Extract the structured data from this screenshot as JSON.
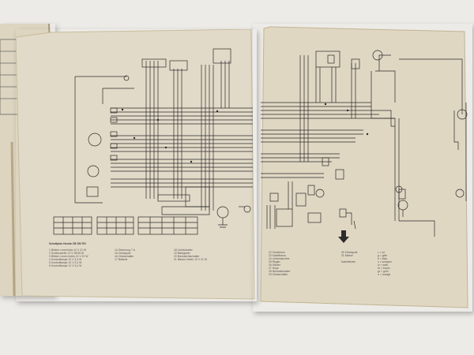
{
  "photo": {
    "left_sheet": {
      "title": "Schaltplan Honda CB 250 RS",
      "legend": [
        "1 Blinker vorne links 12 V 21 W",
        "2 Scheinwerfer 12 V 35/35 W",
        "3 Blinker vorne rechts 12 V 21 W",
        "4 Kontrolllampe 12 V 3,4 W",
        "5 Kontrolllampe 12 V 3,4 W",
        "6 Kontrolllampe 12 V 3,4 W",
        "14 Sicherung 7 A",
        "15 Zündspule",
        "16 Zündschalter",
        "17 Batterie",
        "18 Lichtschalter",
        "19 Blinkgeber",
        "20 Bremslichtschalter",
        "21 Blinker hinten 12 V 21 W"
      ]
    },
    "right_sheet": {
      "legend_left": [
        "22 Zündkerze",
        "23 Kabelbaum",
        "24 Lichtmaschine",
        "25 Regler",
        "26 Starter",
        "27 Hupe",
        "28 Neutralschalter",
        "29 Zündschalter"
      ],
      "legend_mid": [
        "30 Zündspule",
        "31 Masse",
        "Kabelfarben"
      ],
      "legend_right": [
        "r = rot",
        "g = gelb",
        "b = blau",
        "s = schwarz",
        "w = weiß",
        "br = braun",
        "gr = grün",
        "o = orange"
      ]
    },
    "colors": {
      "background": "#ecebe7",
      "paper": "#e2dac8",
      "ink": "#2b2b2b"
    }
  }
}
